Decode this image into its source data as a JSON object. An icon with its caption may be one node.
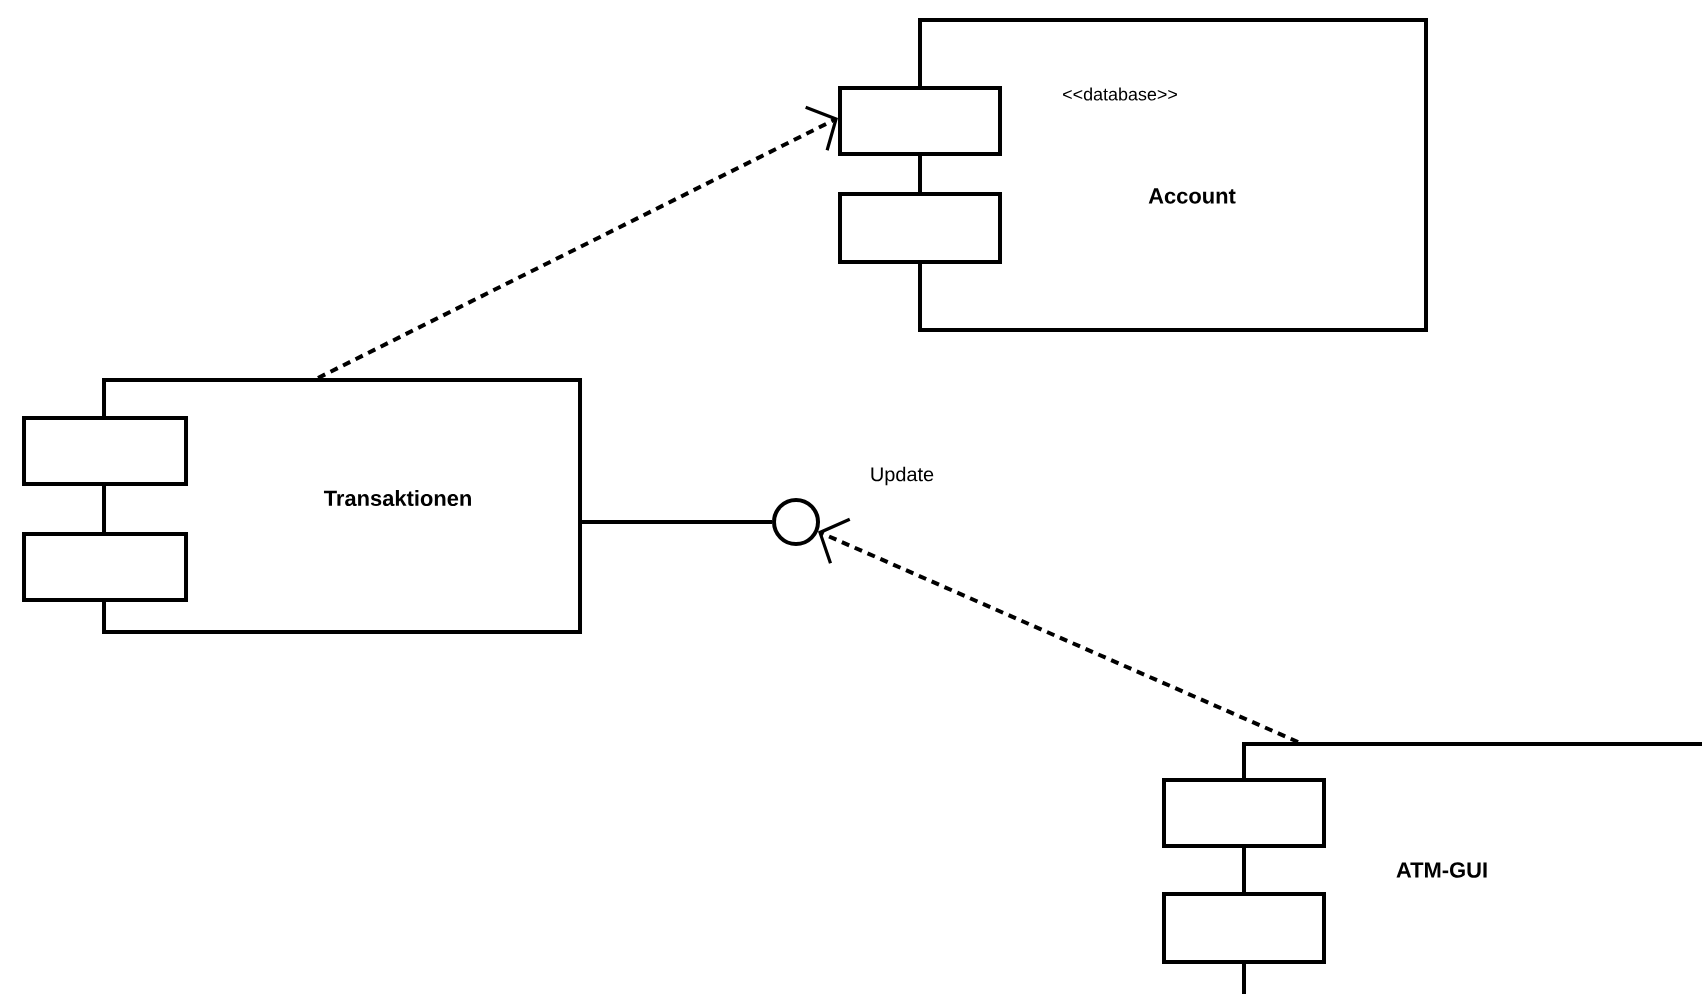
{
  "diagram": {
    "nodes": [
      {
        "text": [
          "<<database>>",
          "Account"
        ]
      },
      {
        "text": [
          "Transaktionen"
        ]
      },
      {
        "text": [],
        "shape": "circle",
        "beside": [
          "Update"
        ]
      },
      {
        "text": [
          "ATM-GUI"
        ]
      }
    ],
    "edges": [
      {
        "from": 1,
        "to": 0,
        "arrow": "to",
        "style": "dashed"
      },
      {
        "from": 1,
        "to": 2,
        "arrow": "none"
      },
      {
        "from": 3,
        "to": 2,
        "arrow": "to",
        "style": "dashed"
      }
    ]
  }
}
